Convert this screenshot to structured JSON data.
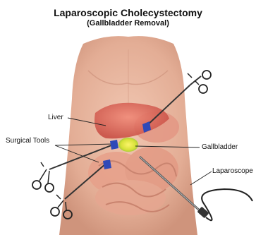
{
  "title": "Laparoscopic Cholecystectomy",
  "subtitle": "(Gallbladder Removal)",
  "labels": {
    "liver": "Liver",
    "surgical_tools": "Surgical Tools",
    "gallbladder": "Gallbladder",
    "laparoscope": "Laparoscope"
  },
  "colors": {
    "skin": "#e9b9a2",
    "liver": "#d9685a",
    "gallbladder": "#e6e23a",
    "trocar": "#2f49b8",
    "instrument": "#3a3a3a"
  }
}
